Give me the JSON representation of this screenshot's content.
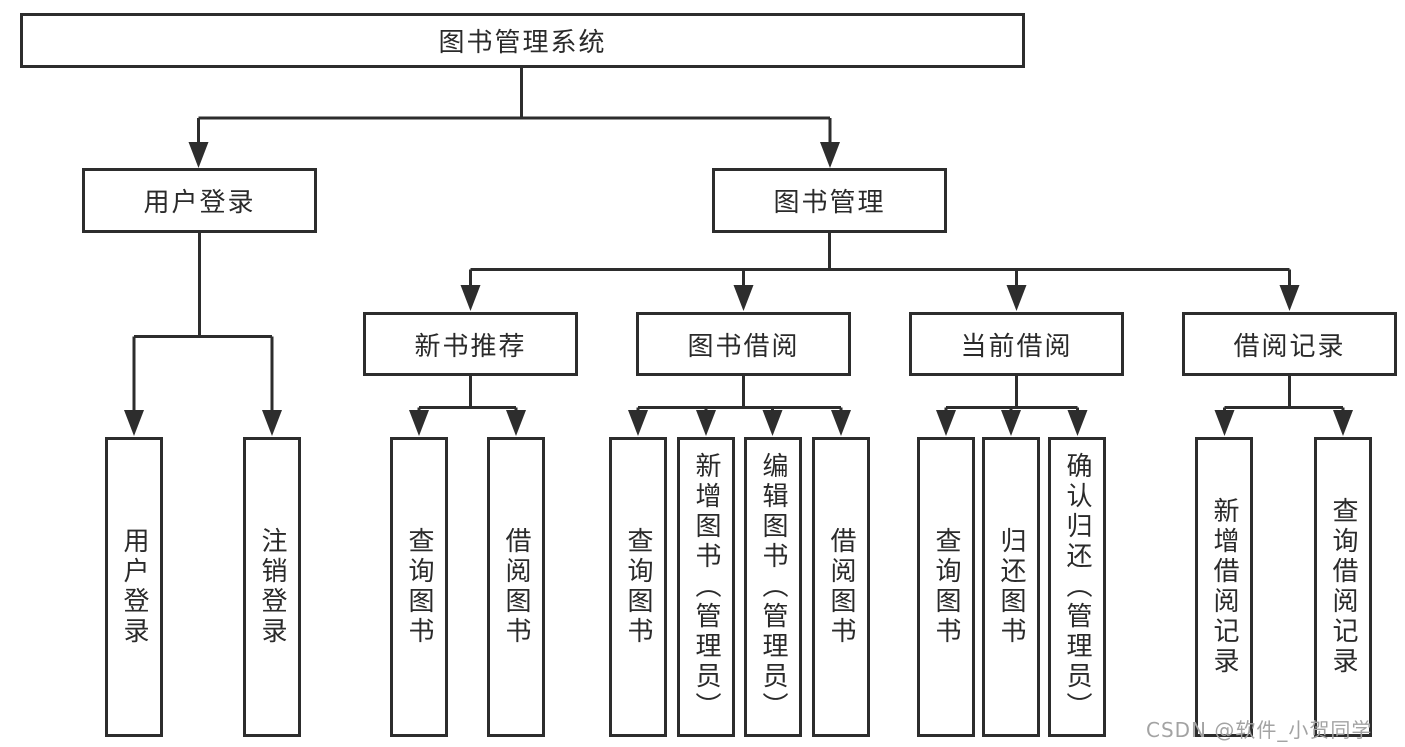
{
  "colors": {
    "line": "#2d2d2d",
    "box_border": "#2d2d2d",
    "box_background": "#ffffff",
    "text": "#2a2a2a",
    "watermark": "#a3a3a3",
    "page_background": "#ffffff"
  },
  "tree": {
    "root": {
      "label": "图书管理系统"
    },
    "branches": [
      {
        "label": "用户登录",
        "children": [
          {
            "label": "用户登录"
          },
          {
            "label": "注销登录"
          }
        ]
      },
      {
        "label": "图书管理",
        "children": [
          {
            "label": "新书推荐",
            "children": [
              {
                "label": "查询图书"
              },
              {
                "label": "借阅图书"
              }
            ]
          },
          {
            "label": "图书借阅",
            "children": [
              {
                "label": "查询图书"
              },
              {
                "label": "新增图书（管理员）"
              },
              {
                "label": "编辑图书（管理员）"
              },
              {
                "label": "借阅图书"
              }
            ]
          },
          {
            "label": "当前借阅",
            "children": [
              {
                "label": "查询图书"
              },
              {
                "label": "归还图书"
              },
              {
                "label": "确认归还（管理员）"
              }
            ]
          },
          {
            "label": "借阅记录",
            "children": [
              {
                "label": "新增借阅记录"
              },
              {
                "label": "查询借阅记录"
              }
            ]
          }
        ]
      }
    ]
  },
  "watermark": {
    "text": "CSDN @软件_小贺同学"
  }
}
